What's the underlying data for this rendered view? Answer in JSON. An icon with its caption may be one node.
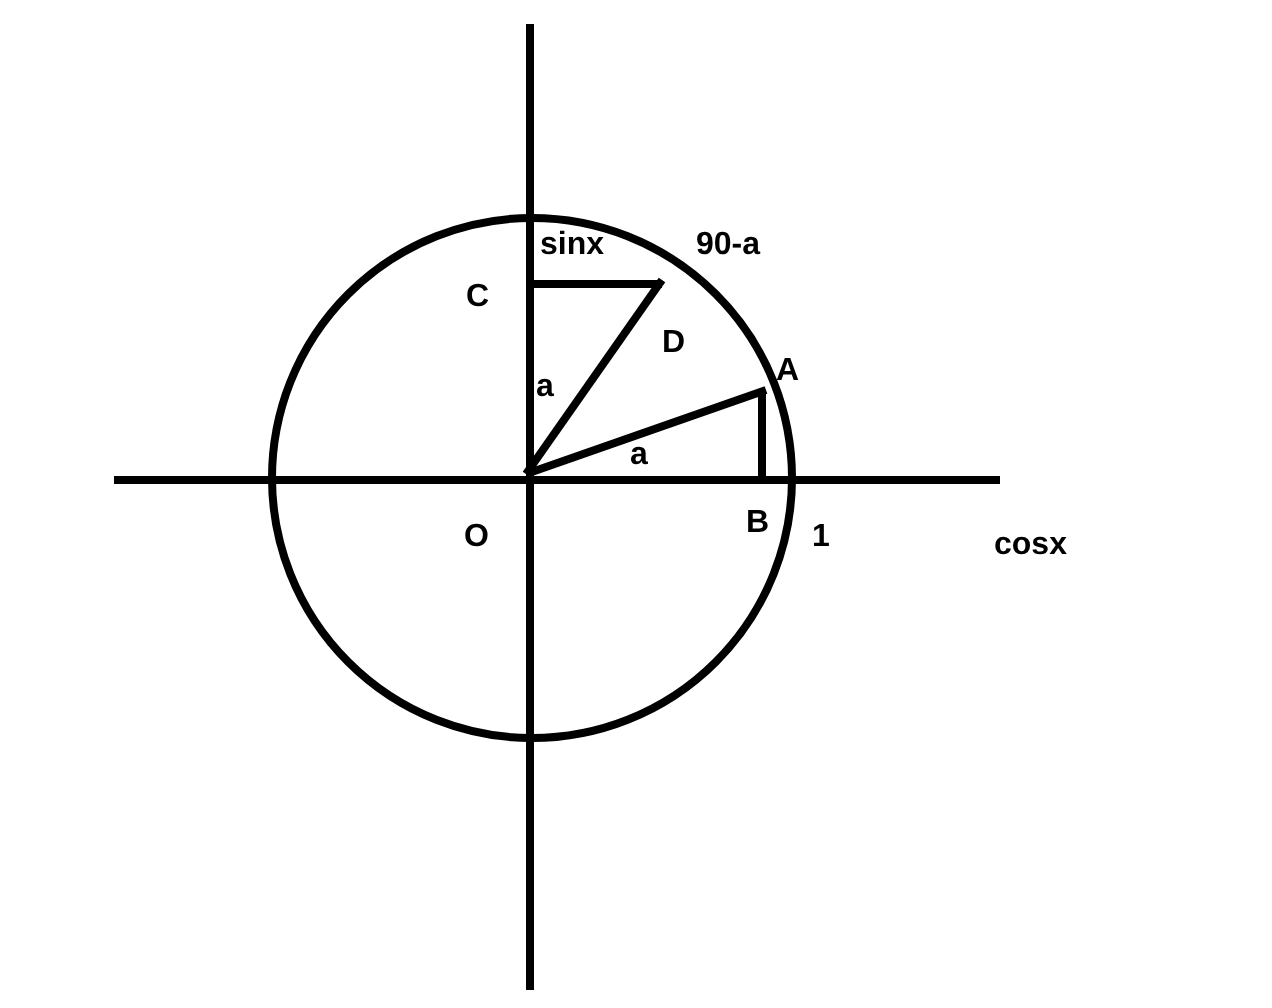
{
  "diagram": {
    "labels": [
      "sinx",
      "90-a",
      "C",
      "D",
      "A",
      "a",
      "a",
      "B",
      "O",
      "1",
      "cosx"
    ]
  }
}
